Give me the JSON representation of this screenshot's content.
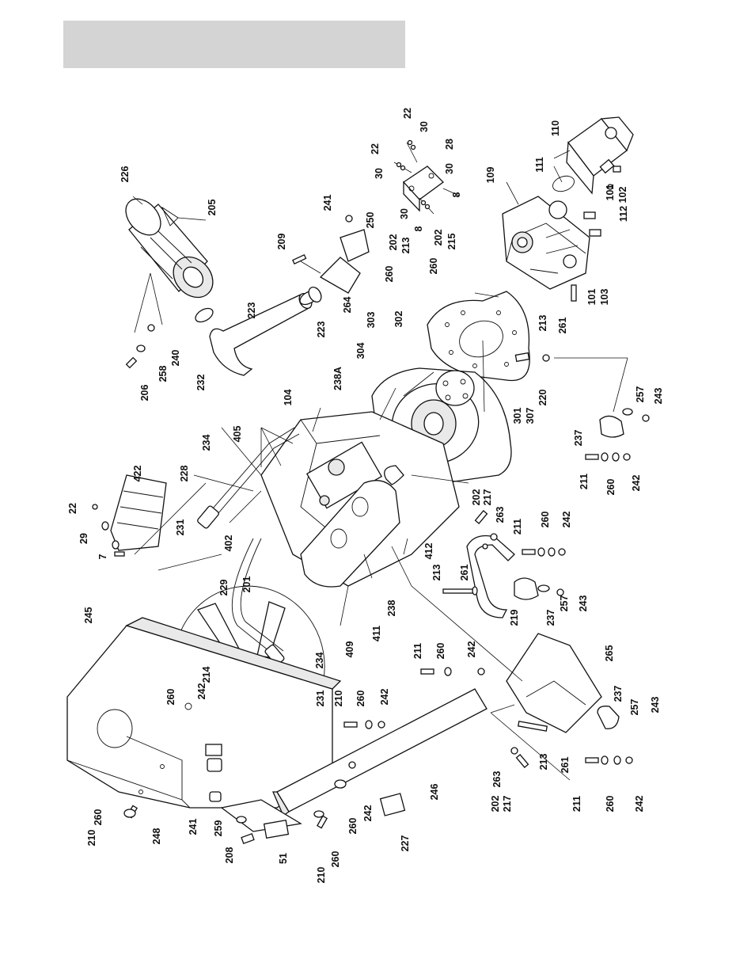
{
  "header": {
    "fill": "#d4d4d4"
  },
  "callouts": [
    {
      "id": "c226",
      "text": "226"
    },
    {
      "id": "c205",
      "text": "205"
    },
    {
      "id": "c206",
      "text": "206"
    },
    {
      "id": "c258",
      "text": "258"
    },
    {
      "id": "c240",
      "text": "240"
    },
    {
      "id": "c232",
      "text": "232"
    },
    {
      "id": "c223a",
      "text": "223"
    },
    {
      "id": "c223b",
      "text": "223"
    },
    {
      "id": "c209",
      "text": "209"
    },
    {
      "id": "c241a",
      "text": "241"
    },
    {
      "id": "c250",
      "text": "250"
    },
    {
      "id": "c264",
      "text": "264"
    },
    {
      "id": "c22a",
      "text": "22"
    },
    {
      "id": "c30a",
      "text": "30"
    },
    {
      "id": "c22b",
      "text": "22"
    },
    {
      "id": "c28",
      "text": "28"
    },
    {
      "id": "c30b",
      "text": "30"
    },
    {
      "id": "c30c",
      "text": "30"
    },
    {
      "id": "c8a",
      "text": "8"
    },
    {
      "id": "c30d",
      "text": "30"
    },
    {
      "id": "c8b",
      "text": "8"
    },
    {
      "id": "c110",
      "text": "110"
    },
    {
      "id": "c111",
      "text": "111"
    },
    {
      "id": "c109",
      "text": "109"
    },
    {
      "id": "c112",
      "text": "112"
    },
    {
      "id": "c101a",
      "text": "101"
    },
    {
      "id": "c102",
      "text": "102"
    },
    {
      "id": "c202a",
      "text": "202"
    },
    {
      "id": "c213a",
      "text": "213"
    },
    {
      "id": "c202b",
      "text": "202"
    },
    {
      "id": "c215",
      "text": "215"
    },
    {
      "id": "c260a",
      "text": "260"
    },
    {
      "id": "c260b",
      "text": "260"
    },
    {
      "id": "c101b",
      "text": "101"
    },
    {
      "id": "c103",
      "text": "103"
    },
    {
      "id": "c303",
      "text": "303"
    },
    {
      "id": "c302",
      "text": "302"
    },
    {
      "id": "c304",
      "text": "304"
    },
    {
      "id": "c213b",
      "text": "213"
    },
    {
      "id": "c261a",
      "text": "261"
    },
    {
      "id": "c220",
      "text": "220"
    },
    {
      "id": "c301",
      "text": "301"
    },
    {
      "id": "c307",
      "text": "307"
    },
    {
      "id": "c104",
      "text": "104"
    },
    {
      "id": "c238A",
      "text": "238A"
    },
    {
      "id": "c257a",
      "text": "257"
    },
    {
      "id": "c243a",
      "text": "243"
    },
    {
      "id": "c237a",
      "text": "237"
    },
    {
      "id": "c211a",
      "text": "211"
    },
    {
      "id": "c260c",
      "text": "260"
    },
    {
      "id": "c242a",
      "text": "242"
    },
    {
      "id": "c405",
      "text": "405"
    },
    {
      "id": "c234a",
      "text": "234"
    },
    {
      "id": "c228",
      "text": "228"
    },
    {
      "id": "c422",
      "text": "422"
    },
    {
      "id": "c22c",
      "text": "22"
    },
    {
      "id": "c29",
      "text": "29"
    },
    {
      "id": "c7",
      "text": "7"
    },
    {
      "id": "c231a",
      "text": "231"
    },
    {
      "id": "c402",
      "text": "402"
    },
    {
      "id": "c202c",
      "text": "202"
    },
    {
      "id": "c217a",
      "text": "217"
    },
    {
      "id": "c263a",
      "text": "263"
    },
    {
      "id": "c211b",
      "text": "211"
    },
    {
      "id": "c260d",
      "text": "260"
    },
    {
      "id": "c242b",
      "text": "242"
    },
    {
      "id": "c412",
      "text": "412"
    },
    {
      "id": "c213c",
      "text": "213"
    },
    {
      "id": "c261b",
      "text": "261"
    },
    {
      "id": "c219",
      "text": "219"
    },
    {
      "id": "c237b",
      "text": "237"
    },
    {
      "id": "c257b",
      "text": "257"
    },
    {
      "id": "c243b",
      "text": "243"
    },
    {
      "id": "c245",
      "text": "245"
    },
    {
      "id": "c229",
      "text": "229"
    },
    {
      "id": "c201",
      "text": "201"
    },
    {
      "id": "c409",
      "text": "409"
    },
    {
      "id": "c411",
      "text": "411"
    },
    {
      "id": "c238",
      "text": "238"
    },
    {
      "id": "c211c",
      "text": "211"
    },
    {
      "id": "c260e",
      "text": "260"
    },
    {
      "id": "c242c",
      "text": "242"
    },
    {
      "id": "c265",
      "text": "265"
    },
    {
      "id": "c260f",
      "text": "260"
    },
    {
      "id": "c242d",
      "text": "242"
    },
    {
      "id": "c214",
      "text": "214"
    },
    {
      "id": "c234b",
      "text": "234"
    },
    {
      "id": "c231b",
      "text": "231"
    },
    {
      "id": "c210a",
      "text": "210"
    },
    {
      "id": "c260g",
      "text": "260"
    },
    {
      "id": "c242e",
      "text": "242"
    },
    {
      "id": "c237c",
      "text": "237"
    },
    {
      "id": "c257c",
      "text": "257"
    },
    {
      "id": "c243c",
      "text": "243"
    },
    {
      "id": "c263b",
      "text": "263"
    },
    {
      "id": "c213d",
      "text": "213"
    },
    {
      "id": "c261c",
      "text": "261"
    },
    {
      "id": "c202d",
      "text": "202"
    },
    {
      "id": "c217b",
      "text": "217"
    },
    {
      "id": "c211d",
      "text": "211"
    },
    {
      "id": "c260h",
      "text": "260"
    },
    {
      "id": "c242f",
      "text": "242"
    },
    {
      "id": "c246",
      "text": "246"
    },
    {
      "id": "c260i",
      "text": "260"
    },
    {
      "id": "c210b",
      "text": "210"
    },
    {
      "id": "c248",
      "text": "248"
    },
    {
      "id": "c241b",
      "text": "241"
    },
    {
      "id": "c259",
      "text": "259"
    },
    {
      "id": "c208",
      "text": "208"
    },
    {
      "id": "c51",
      "text": "51"
    },
    {
      "id": "c242g",
      "text": "242"
    },
    {
      "id": "c260j",
      "text": "260"
    },
    {
      "id": "c227",
      "text": "227"
    },
    {
      "id": "c210c",
      "text": "210"
    },
    {
      "id": "c260k",
      "text": "260"
    }
  ]
}
